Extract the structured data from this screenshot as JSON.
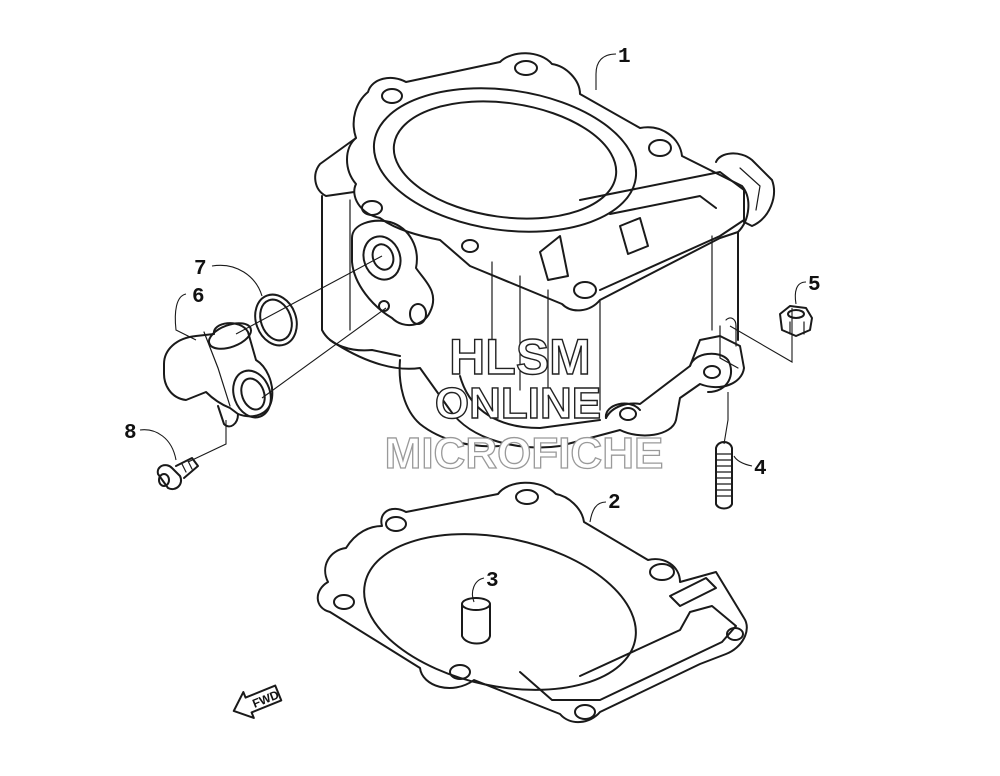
{
  "callouts": [
    {
      "id": "1",
      "label": "1"
    },
    {
      "id": "2",
      "label": "2"
    },
    {
      "id": "3",
      "label": "3"
    },
    {
      "id": "4",
      "label": "4"
    },
    {
      "id": "5",
      "label": "5"
    },
    {
      "id": "6",
      "label": "6"
    },
    {
      "id": "7",
      "label": "7"
    },
    {
      "id": "8",
      "label": "8"
    }
  ],
  "watermark": {
    "line1": "HLSM",
    "line2": "ONLINE",
    "line3": "MICROFICHE"
  },
  "direction_arrow": {
    "label": "FWD",
    "icon": "forward-arrow-icon"
  }
}
